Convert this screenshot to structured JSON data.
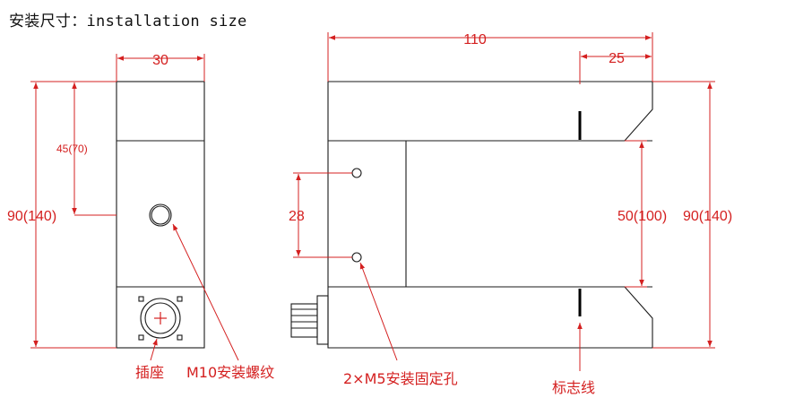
{
  "title": "安装尺寸：installation size",
  "dimensions": {
    "left_width": "30",
    "left_height": "90(140)",
    "left_half": "45(70)",
    "right_width": "110",
    "right_slot": "25",
    "hole_spacing": "28",
    "slot_height": "50(100)",
    "right_height": "90(140)"
  },
  "labels": {
    "socket": "插座",
    "m10": "M10安装螺纹",
    "m5": "2×M5安装固定孔",
    "mark": "标志线"
  },
  "colors": {
    "dimension": "#d42020",
    "outline": "#1a1a1a"
  }
}
